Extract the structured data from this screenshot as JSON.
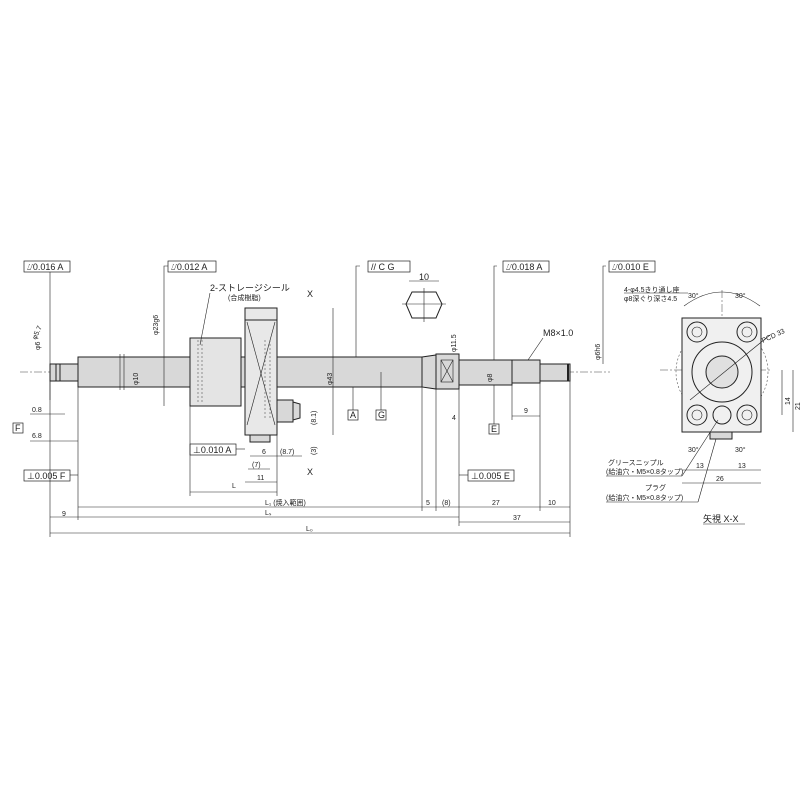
{
  "tolerances": {
    "left_end": "⌰0.016 A",
    "nut_body": "⌰0.012 A",
    "shaft_cg": "// C G",
    "bearing": "⌰0.018 A",
    "right_end": "⌰0.010 E",
    "nut_flange_perp": "⊥0.010 A",
    "left_face_perp": "⊥0.005 F",
    "right_face_perp": "⊥0.005 E"
  },
  "datums": {
    "A": "A",
    "G": "G",
    "E": "E",
    "F": "F"
  },
  "labels": {
    "seal": "2-ストレージシール",
    "seal_sub": "(合成樹脂)",
    "thread": "M8×1.0",
    "section_mark": "X",
    "holes": "4-φ4.5きり通し座",
    "holes_sub": "φ8深ぐり深さ4.5",
    "grease": "グリースニップル",
    "grease_sub": "(給油穴・M5×0.8タップ)",
    "plug": "プラグ",
    "plug_sub": "(給油穴・M5×0.8タップ)",
    "view": "矢視 X-X",
    "pcd": "PCD 33"
  },
  "dimensions": {
    "d_left_end": "φ5.7",
    "d_left_journal": "φ6",
    "d_shaft": "φ10",
    "d_nut": "φ23g6",
    "d_flange": "φ43",
    "d_collar": "φ11.5",
    "d_bearing": "φ8",
    "d_right_end": "φ6h6",
    "width_flat": "10",
    "d08": "0.8",
    "d68": "6.8",
    "d81": "(8.1)",
    "d87": "(8.7)",
    "d6": "6",
    "d7": "(7)",
    "d3": "(3)",
    "d11": "11",
    "dL": "L",
    "dL1": "L₁ (焼入範囲)",
    "dLs": "Lₛ",
    "dLo": "L₀",
    "d9_left": "9",
    "d4": "4",
    "d9_right": "9",
    "d5": "5",
    "d8": "(8)",
    "d27": "27",
    "d10": "10",
    "d37": "37",
    "d14": "14",
    "d21": "21",
    "d13a": "13",
    "d13b": "13",
    "d26": "26",
    "a30_1": "30°",
    "a30_2": "30°",
    "a30_3": "30°",
    "a30_4": "30°"
  }
}
